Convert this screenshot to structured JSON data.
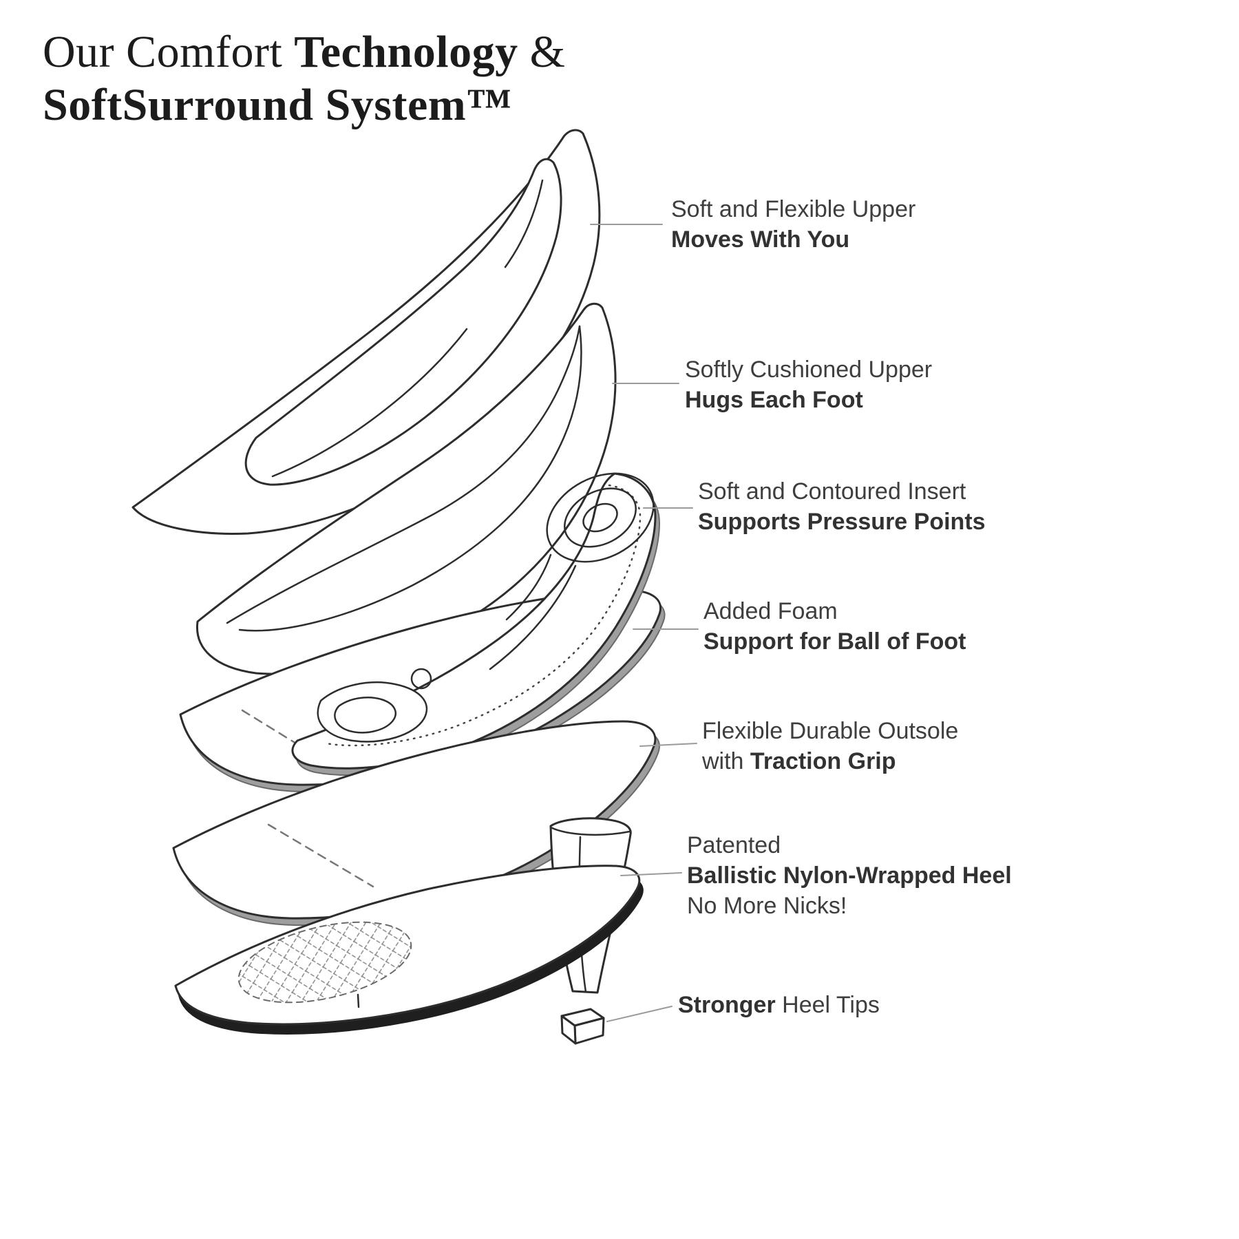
{
  "title": {
    "line1_regular": "Our Comfort ",
    "line1_bold": "Technology",
    "line1_amp": " &",
    "line2_bold": "SoftSurround System™"
  },
  "labels": [
    {
      "line1": "Soft and Flexible Upper",
      "line2_bold": "Moves With You"
    },
    {
      "line1": "Softly Cushioned Upper",
      "line2_bold": "Hugs Each Foot"
    },
    {
      "line1": "Soft and Contoured Insert",
      "line2_bold": "Supports Pressure Points"
    },
    {
      "line1": "Added Foam",
      "line2_bold": "Support for Ball of Foot"
    },
    {
      "line1": "Flexible Durable Outsole",
      "line2_regular": "with ",
      "line2_bold": "Traction Grip"
    },
    {
      "line1": "Patented",
      "line2_bold": "Ballistic Nylon-Wrapped Heel",
      "line3": "No More Nicks!"
    },
    {
      "line1_bold": "Stronger",
      "line1_regular": " Heel Tips"
    }
  ],
  "colors": {
    "background": "#ffffff",
    "ink": "#2d2d2d",
    "label_text": "#3e3e3e",
    "label_bold_text": "#323232",
    "gray_band": "#9e9e9e",
    "black_band": "#1f1f1f",
    "leader_line": "#9a9a9a"
  }
}
